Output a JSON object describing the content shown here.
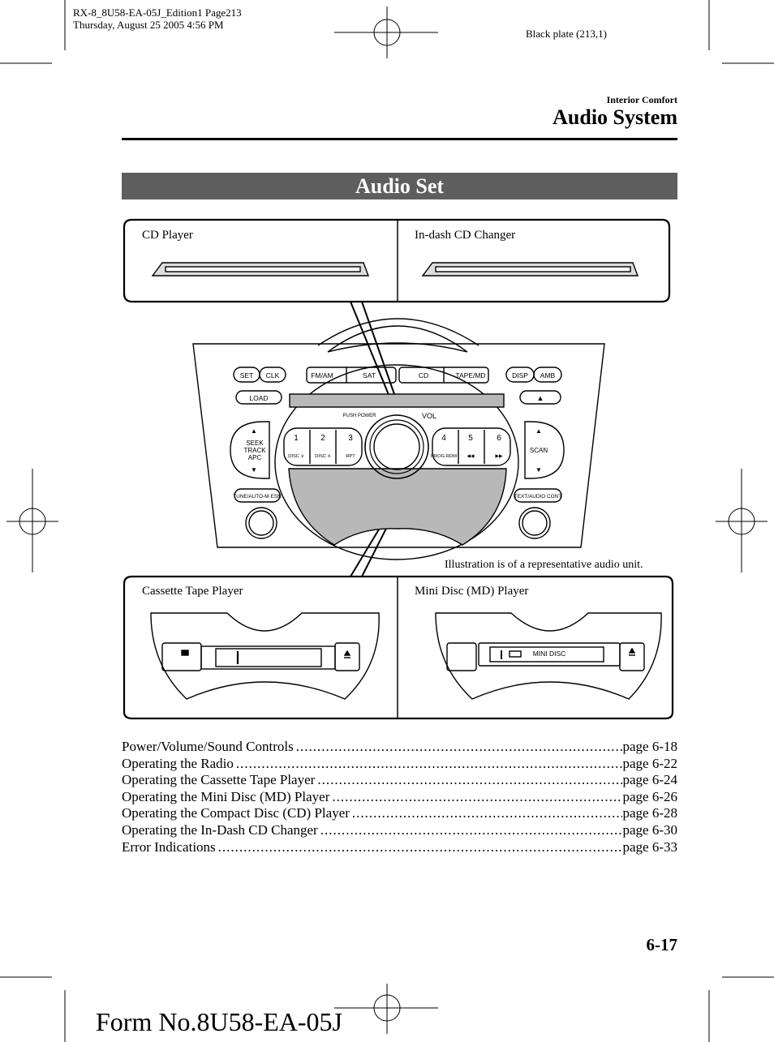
{
  "print_meta": {
    "line1": "RX-8_8U58-EA-05J_Edition1 Page213",
    "line2": "Thursday, August 25 2005 4:56 PM",
    "plate": "Black plate (213,1)"
  },
  "header": {
    "section": "Interior Comfort",
    "title": "Audio System"
  },
  "banner": "Audio Set",
  "figure": {
    "labels": {
      "cd_player": "CD Player",
      "in_dash_changer": "In-dash CD Changer",
      "cassette": "Cassette Tape Player",
      "mini_disc": "Mini Disc (MD) Player",
      "note": "Illustration is of a representative audio unit."
    },
    "buttons": {
      "set": "SET",
      "clk": "CLK",
      "fm_am": "FM/AM",
      "sat": "SAT",
      "cd": "CD",
      "tape_md": "TAPE/MD",
      "disp": "DISP",
      "amb": "AMB",
      "load": "LOAD",
      "seek_l1": "SEEK",
      "seek_l2": "TRACK",
      "seek_l3": "APC",
      "scan": "SCAN",
      "tune": "TUNE/AUTO-M·ESN",
      "text_audio": "TEXT/AUDIO CONT",
      "push_power": "PUSH POWER",
      "vol": "VOL",
      "presets": [
        "1",
        "2",
        "3",
        "4",
        "5",
        "6"
      ],
      "preset_sub": [
        "DISC ∨",
        "DISC ∧",
        "RPT",
        "PROG RDM",
        "◀◀",
        "▶▶"
      ],
      "mini_disc_text": "MINI DISC"
    }
  },
  "toc": [
    {
      "title": "Power/Volume/Sound Controls",
      "page": "page 6-18"
    },
    {
      "title": "Operating the Radio",
      "page": "page 6-22"
    },
    {
      "title": "Operating the Cassette Tape Player",
      "page": "page 6-24"
    },
    {
      "title": "Operating the Mini Disc (MD) Player",
      "page": "page 6-26"
    },
    {
      "title": "Operating the Compact Disc (CD) Player",
      "page": "page 6-28"
    },
    {
      "title": "Operating the In-Dash CD Changer",
      "page": "page 6-30"
    },
    {
      "title": "Error Indications",
      "page": "page 6-33"
    }
  ],
  "page_number": "6-17",
  "form_number": "Form No.8U58-EA-05J"
}
